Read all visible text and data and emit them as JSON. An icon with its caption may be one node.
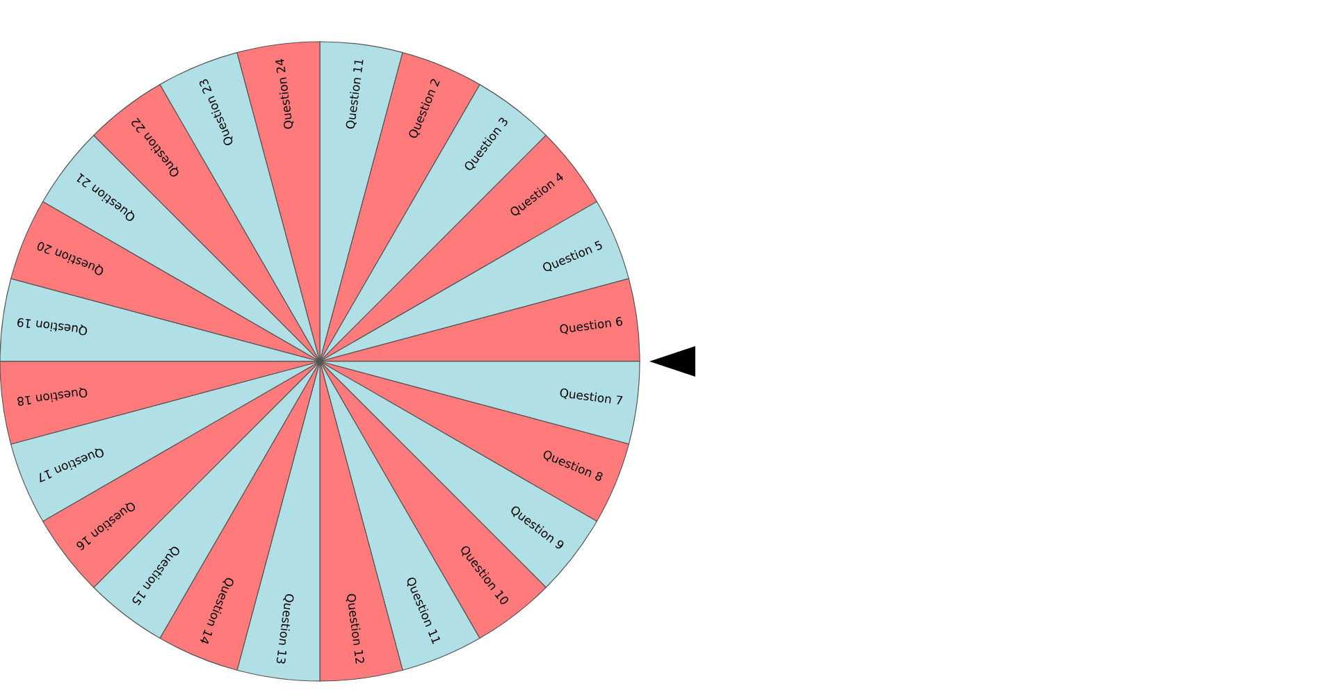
{
  "diagram": {
    "nodes": [
      {
        "text": [
          "Question 11"
        ]
      },
      {
        "text": [
          "Question 2"
        ]
      },
      {
        "text": [
          "Question 3"
        ]
      },
      {
        "text": [
          "Question 4"
        ]
      },
      {
        "text": [
          "Question 5"
        ]
      },
      {
        "text": [
          "Question 6"
        ]
      },
      {
        "text": [
          "Question 7"
        ]
      },
      {
        "text": [
          "Question 8"
        ]
      },
      {
        "text": [
          "Question 9"
        ]
      },
      {
        "text": [
          "Question 10"
        ]
      },
      {
        "text": [
          "Question 11"
        ]
      },
      {
        "text": [
          "Question 12"
        ]
      },
      {
        "text": [
          "Question 13"
        ]
      },
      {
        "text": [
          "Question 14"
        ]
      },
      {
        "text": [
          "Question 15"
        ]
      },
      {
        "text": [
          "Question 16"
        ]
      },
      {
        "text": [
          "Question 17"
        ]
      },
      {
        "text": [
          "Question 18"
        ]
      },
      {
        "text": [
          "Question 19"
        ]
      },
      {
        "text": [
          "Question 20"
        ]
      },
      {
        "text": [
          "Question 21"
        ]
      },
      {
        "text": [
          "Question 22"
        ]
      },
      {
        "text": [
          "Question 23"
        ]
      },
      {
        "text": [
          "Question 24"
        ]
      }
    ]
  }
}
